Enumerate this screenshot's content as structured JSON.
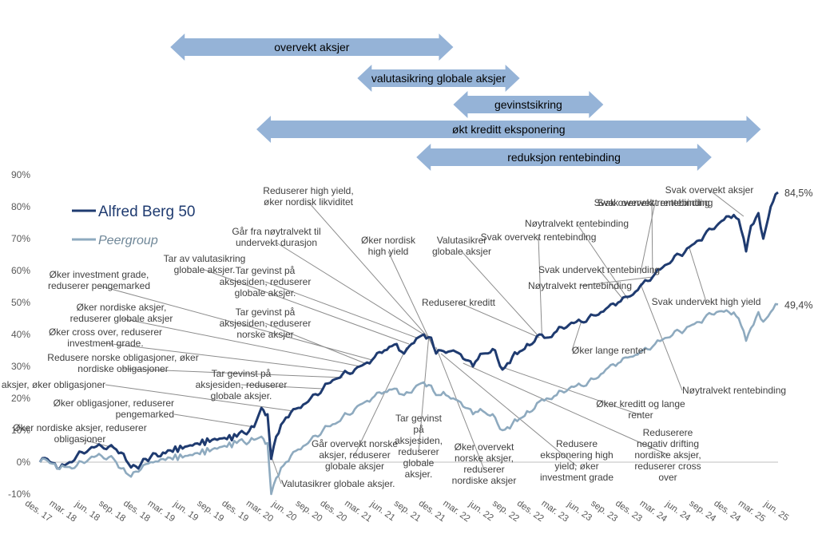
{
  "chart_data": {
    "type": "line",
    "y_axis": {
      "min": -10,
      "max": 90,
      "step": 10,
      "tick_labels": [
        "-10%",
        "0%",
        "10%",
        "20%",
        "30%",
        "40%",
        "50%",
        "60%",
        "70%",
        "80%",
        "90%"
      ]
    },
    "x_axis": {
      "tick_labels": [
        "des. 17",
        "mar. 18",
        "jun. 18",
        "sep. 18",
        "des. 18",
        "mar. 19",
        "jun. 19",
        "sep. 19",
        "des. 19",
        "mar. 20",
        "jun. 20",
        "sep. 20",
        "des. 20",
        "mar. 21",
        "jun. 21",
        "sep. 21",
        "des. 21",
        "mar. 22",
        "jun. 22",
        "sep. 22",
        "des. 22",
        "mar. 23",
        "jun. 23",
        "sep. 23",
        "des. 23",
        "mar. 24",
        "jun. 24",
        "sep. 24",
        "des. 24",
        "mar. 25",
        "jun. 25"
      ]
    },
    "grid": false,
    "legend": {
      "position": "top-left",
      "entries": [
        {
          "name": "Alfred Berg 50",
          "color": "#1f3b70",
          "style": "normal"
        },
        {
          "name": "Peergroup",
          "color": "#8eaabf",
          "style": "italic"
        }
      ]
    },
    "series": [
      {
        "name": "Alfred Berg 50",
        "color": "#1f3b70",
        "end_label": "84,5%",
        "points": [
          [
            0,
            0
          ],
          [
            0.3,
            1
          ],
          [
            0.7,
            -2
          ],
          [
            1,
            -1
          ],
          [
            1.5,
            2
          ],
          [
            2,
            4
          ],
          [
            2.5,
            5
          ],
          [
            3,
            4.5
          ],
          [
            3.3,
            3
          ],
          [
            3.6,
            -0.5
          ],
          [
            4,
            -2
          ],
          [
            4.3,
            1
          ],
          [
            5,
            3
          ],
          [
            6,
            5
          ],
          [
            7,
            7
          ],
          [
            8,
            8
          ],
          [
            8.7,
            11
          ],
          [
            9,
            17
          ],
          [
            9.25,
            15
          ],
          [
            9.4,
            1
          ],
          [
            9.6,
            8
          ],
          [
            10,
            14
          ],
          [
            10.5,
            17
          ],
          [
            11,
            20
          ],
          [
            11.5,
            23
          ],
          [
            12,
            26
          ],
          [
            12.5,
            28
          ],
          [
            13,
            30
          ],
          [
            13.5,
            32
          ],
          [
            14,
            35
          ],
          [
            14.5,
            37
          ],
          [
            14.8,
            34
          ],
          [
            15.1,
            37
          ],
          [
            15.6,
            40
          ],
          [
            15.9,
            39
          ],
          [
            16.1,
            34
          ],
          [
            16.3,
            35
          ],
          [
            16.8,
            35
          ],
          [
            17.3,
            32
          ],
          [
            17.6,
            30
          ],
          [
            18,
            34
          ],
          [
            18.5,
            35
          ],
          [
            18.8,
            29
          ],
          [
            19.2,
            33
          ],
          [
            19.6,
            35
          ],
          [
            20,
            37
          ],
          [
            20.3,
            40
          ],
          [
            20.6,
            39
          ],
          [
            21,
            41
          ],
          [
            21.5,
            43
          ],
          [
            22,
            44
          ],
          [
            22.5,
            46
          ],
          [
            23,
            48
          ],
          [
            23.5,
            50
          ],
          [
            24,
            52
          ],
          [
            24.5,
            56
          ],
          [
            25,
            59
          ],
          [
            25.5,
            62
          ],
          [
            26,
            65
          ],
          [
            26.5,
            68
          ],
          [
            27,
            71
          ],
          [
            27.5,
            74
          ],
          [
            28,
            77
          ],
          [
            28.4,
            76
          ],
          [
            28.7,
            66
          ],
          [
            28.9,
            74
          ],
          [
            29.2,
            78
          ],
          [
            29.4,
            70
          ],
          [
            29.7,
            80
          ],
          [
            30,
            84.5
          ]
        ]
      },
      {
        "name": "Peergroup",
        "color": "#8eaabf",
        "end_label": "49,4%",
        "points": [
          [
            0,
            0
          ],
          [
            0.3,
            0.5
          ],
          [
            0.7,
            -2
          ],
          [
            1,
            -1.5
          ],
          [
            1.5,
            -1
          ],
          [
            2,
            1
          ],
          [
            2.5,
            2
          ],
          [
            3,
            1
          ],
          [
            3.3,
            -2
          ],
          [
            3.6,
            -4
          ],
          [
            4,
            -3
          ],
          [
            4.5,
            0
          ],
          [
            5,
            1
          ],
          [
            6,
            2
          ],
          [
            7,
            4
          ],
          [
            8,
            6
          ],
          [
            8.7,
            7
          ],
          [
            9,
            8
          ],
          [
            9.25,
            6
          ],
          [
            9.4,
            -10
          ],
          [
            9.6,
            -5
          ],
          [
            10,
            0
          ],
          [
            10.5,
            4
          ],
          [
            11,
            7
          ],
          [
            11.5,
            10
          ],
          [
            12,
            12
          ],
          [
            12.5,
            15
          ],
          [
            13,
            18
          ],
          [
            13.5,
            20
          ],
          [
            14,
            22
          ],
          [
            14.5,
            23
          ],
          [
            14.8,
            21
          ],
          [
            15.2,
            23
          ],
          [
            15.6,
            25
          ],
          [
            15.9,
            24
          ],
          [
            16.1,
            21
          ],
          [
            16.4,
            22
          ],
          [
            16.8,
            20
          ],
          [
            17.3,
            17
          ],
          [
            17.6,
            15
          ],
          [
            18,
            16
          ],
          [
            18.5,
            14
          ],
          [
            18.8,
            10
          ],
          [
            19.2,
            12
          ],
          [
            19.6,
            14
          ],
          [
            20,
            16
          ],
          [
            20.3,
            19
          ],
          [
            20.6,
            20
          ],
          [
            21,
            21
          ],
          [
            21.5,
            23
          ],
          [
            22,
            24
          ],
          [
            22.5,
            26
          ],
          [
            23,
            29
          ],
          [
            23.5,
            31
          ],
          [
            24,
            33
          ],
          [
            24.5,
            35
          ],
          [
            25,
            37
          ],
          [
            25.5,
            39
          ],
          [
            26,
            41
          ],
          [
            26.5,
            43
          ],
          [
            27,
            45
          ],
          [
            27.5,
            47
          ],
          [
            28,
            47
          ],
          [
            28.4,
            45
          ],
          [
            28.7,
            38
          ],
          [
            28.9,
            42
          ],
          [
            29.2,
            47
          ],
          [
            29.4,
            44
          ],
          [
            29.7,
            47
          ],
          [
            30,
            49.4
          ]
        ]
      }
    ],
    "arrows": [
      {
        "label": "overvekt aksjer",
        "x_start": 5.3,
        "x_end": 16.8
      },
      {
        "label": "valutasikring globale aksjer",
        "x_start": 12.9,
        "x_end": 19.5
      },
      {
        "label": "gevinstsikring",
        "x_start": 16.8,
        "x_end": 22.9
      },
      {
        "label": "økt kreditt eksponering",
        "x_start": 8.8,
        "x_end": 29.3
      },
      {
        "label": "reduksjon rentebinding",
        "x_start": 15.3,
        "x_end": 27.3
      }
    ],
    "annotations": [
      {
        "lines": [
          "Øker nordiske aksjer, reduserer",
          "obligasjoner"
        ],
        "anchor": "middle",
        "target": [
          3,
          4.5
        ]
      },
      {
        "lines": [
          "Øker obligasjoner, reduserer",
          "pengemarked"
        ],
        "anchor": "end",
        "target": [
          8.7,
          11
        ]
      },
      {
        "lines": [
          "Redusere aksjer, øker obligasjoner"
        ],
        "anchor": "end",
        "target": [
          10.3,
          16
        ]
      },
      {
        "lines": [
          "Tar gevinst på",
          "aksjesiden, reduserer",
          "globale aksjer."
        ],
        "anchor": "middle",
        "target": [
          11.5,
          23
        ]
      },
      {
        "lines": [
          "Redusere norske obligasjoner, øker",
          "nordiske obligasjoner"
        ],
        "anchor": "middle",
        "target": [
          12.3,
          26.5
        ]
      },
      {
        "lines": [
          "Øker cross over, reduserer",
          "investment grade."
        ],
        "anchor": "middle",
        "target": [
          12.7,
          28
        ]
      },
      {
        "lines": [
          "Øker nordiske aksjer,",
          "reduserer globale aksjer"
        ],
        "anchor": "middle",
        "target": [
          13,
          30
        ]
      },
      {
        "lines": [
          "Tar gevinst på",
          "aksjesiden, reduserer",
          "norske aksjer"
        ],
        "anchor": "middle",
        "target": [
          13.2,
          31
        ]
      },
      {
        "lines": [
          "Øker investment grade,",
          "reduserer pengemarked"
        ],
        "anchor": "middle",
        "target": [
          13.5,
          32
        ]
      },
      {
        "lines": [
          "Tar av valutasikring",
          "globale aksjer."
        ],
        "anchor": "middle",
        "target": [
          15,
          37
        ]
      },
      {
        "lines": [
          "Tar gevinst på",
          "aksjesiden, reduserer",
          "globale aksjer."
        ],
        "anchor": "middle",
        "target": [
          15.3,
          39
        ]
      },
      {
        "lines": [
          "Går fra nøytralvekt til",
          "undervekt durasjon"
        ],
        "anchor": "middle",
        "target": [
          15.6,
          40
        ]
      },
      {
        "lines": [
          "Reduserer high yield,",
          "øker nordisk likviditet"
        ],
        "anchor": "middle",
        "target": [
          15.9,
          38
        ]
      },
      {
        "lines": [
          "Øker nordisk",
          "high yield"
        ],
        "anchor": "middle",
        "target": [
          16.1,
          34
        ]
      },
      {
        "lines": [
          "Valutasikrer",
          "globale aksjer"
        ],
        "anchor": "middle",
        "target": [
          20.2,
          40
        ]
      },
      {
        "lines": [
          "Reduserer kreditt"
        ],
        "anchor": "middle",
        "target": [
          20.3,
          39
        ]
      },
      {
        "lines": [
          "Svak overvekt rentebinding"
        ],
        "anchor": "middle",
        "target": [
          20.4,
          40
        ]
      },
      {
        "lines": [
          "Øker lange renter"
        ],
        "anchor": "start",
        "target": [
          22,
          44
        ]
      },
      {
        "lines": [
          "Nøytralvekt rentebinding"
        ],
        "anchor": "middle",
        "target": [
          23.9,
          51
        ]
      },
      {
        "lines": [
          "Svak undervekt rentebinding"
        ],
        "anchor": "middle",
        "target": [
          23.7,
          51
        ]
      },
      {
        "lines": [
          "Svak overvekt rentebinding"
        ],
        "anchor": "middle",
        "target": [
          24.4,
          59
        ]
      },
      {
        "lines": [
          "Nøytralvekt rentebinding"
        ],
        "anchor": "middle",
        "target": [
          24.9,
          58
        ]
      },
      {
        "lines": [
          "Svak overvekt rentebinding"
        ],
        "anchor": "middle",
        "target": [
          24.9,
          59
        ]
      },
      {
        "lines": [
          "Svak overvekt aksjer"
        ],
        "anchor": "middle",
        "target": [
          28.6,
          77
        ]
      },
      {
        "lines": [
          "Svak undervekt high yield"
        ],
        "anchor": "middle",
        "target": [
          26.4,
          67
        ]
      },
      {
        "lines": [
          "Nøytralvekt rentebinding"
        ],
        "anchor": "start",
        "target": [
          24.4,
          56
        ]
      },
      {
        "lines": [
          "Reduserere",
          "negativ drifting",
          "nordiske aksjer,",
          "reduserer cross",
          "over"
        ],
        "anchor": "middle",
        "target": [
          17.2,
          31
        ]
      },
      {
        "lines": [
          "Øker kreditt og lange",
          "renter"
        ],
        "anchor": "middle",
        "target": [
          18.7,
          30
        ]
      },
      {
        "lines": [
          "Redusere",
          "eksponering high",
          "yield, øker",
          "investment grade"
        ],
        "anchor": "middle",
        "target": [
          16.3,
          34
        ]
      },
      {
        "lines": [
          "Øker overvekt",
          "norske aksjer,",
          "reduserer",
          "nordiske aksjer"
        ],
        "anchor": "middle",
        "target": [
          16.1,
          36
        ]
      },
      {
        "lines": [
          "Tar gevinst",
          "på",
          "aksjesiden,",
          "reduserer",
          "globale",
          "aksjer."
        ],
        "anchor": "middle",
        "target": [
          15.8,
          39
        ]
      },
      {
        "lines": [
          "Går overvekt norske",
          "aksjer, reduserer",
          "globale aksjer"
        ],
        "anchor": "middle",
        "target": [
          14.9,
          36
        ]
      },
      {
        "lines": [
          "Valutasikrer globale aksjer."
        ],
        "anchor": "start",
        "target": [
          9.35,
          3
        ]
      }
    ]
  }
}
